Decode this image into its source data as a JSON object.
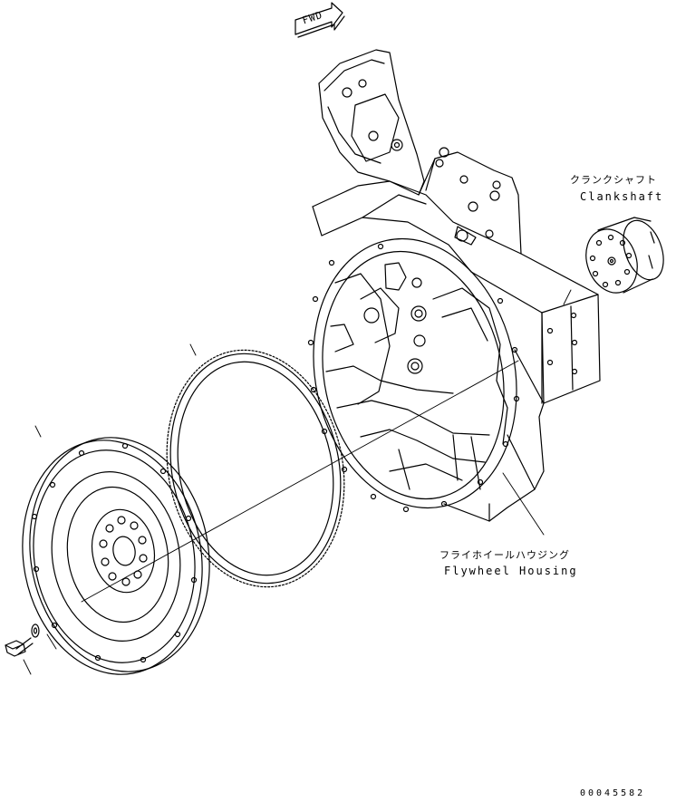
{
  "labels": {
    "fwd": "FWD",
    "crankshaft_jp": "クランクシャフト",
    "crankshaft_en": "Clankshaft",
    "flywheel_housing_jp": "フライホイールハウジング",
    "flywheel_housing_en": "Flywheel Housing",
    "drawing_number": "00045582"
  },
  "colors": {
    "line": "#000000",
    "background": "#ffffff"
  }
}
